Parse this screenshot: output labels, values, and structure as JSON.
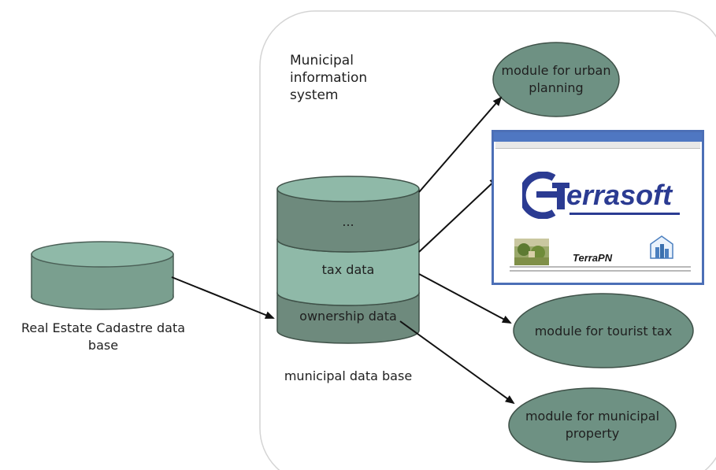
{
  "container": {
    "title_lines": [
      "Municipal",
      "information",
      "system"
    ]
  },
  "source_db": {
    "label_lines": [
      "Real Estate Cadastre data",
      "base"
    ]
  },
  "municipal_db": {
    "layers": {
      "top": "...",
      "tax": "tax data",
      "ownership": "ownership data"
    },
    "caption": "municipal data base"
  },
  "modules": {
    "urban_planning": [
      "module for urban",
      "planning"
    ],
    "tourist_tax": [
      "module for tourist tax"
    ],
    "municipal_property": [
      "module for municipal",
      "property"
    ]
  },
  "software_window": {
    "logo_text": "errasoft",
    "product_name": "TerraPN"
  },
  "colors": {
    "cylinder_light": "#8fb9a8",
    "cylinder_mid": "#7a9f8f",
    "cylinder_dark": "#6e8a7d",
    "module_fill": "#6e9183",
    "container_border": "#d4d4d4",
    "arrow": "#111111",
    "logo_blue": "#2b3b92"
  }
}
